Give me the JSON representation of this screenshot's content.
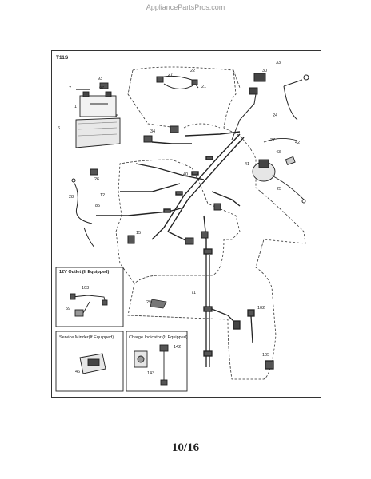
{
  "watermark": "AppliancePartsPros.com",
  "diagram": {
    "model": "T11S",
    "callouts": {
      "c1": "1",
      "c6": "6",
      "c7": "7",
      "c93": "93",
      "c97": "97",
      "c8": "8",
      "c26": "26",
      "c22": "22",
      "c27a": "27",
      "c21": "21",
      "c33": "33",
      "c30": "30",
      "c24": "24",
      "c27b": "27",
      "c34": "34",
      "c43": "43",
      "c42": "42",
      "c41": "41",
      "c25": "25",
      "c40": "40",
      "c12": "12",
      "c28": "28",
      "c85": "85",
      "c15": "15",
      "c29": "29",
      "c71": "71",
      "c102": "102",
      "c105": "105"
    },
    "insets": {
      "outlet": {
        "title": "12V Outlet (If Equipped)",
        "c103": "103",
        "c59": "59"
      },
      "service": {
        "title": "Service Minder(If Equipped)",
        "c46": "46"
      },
      "charge": {
        "title": "Charge Indicator (If Equipped)",
        "c142": "142",
        "c143": "143"
      }
    }
  },
  "page_number": "10/16"
}
